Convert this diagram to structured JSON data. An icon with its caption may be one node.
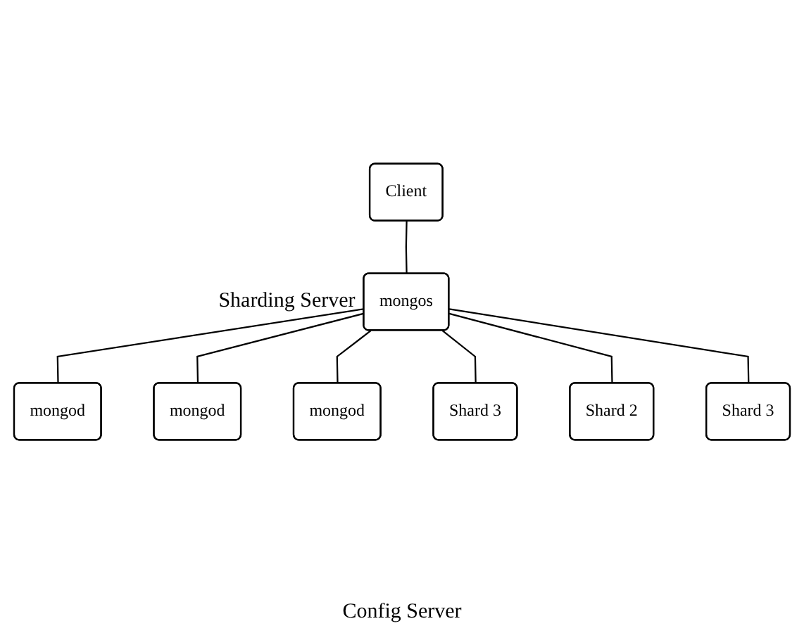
{
  "diagram": {
    "nodes": [
      {
        "text": [
          "Client"
        ]
      },
      {
        "text": [
          "mongos"
        ],
        "beside": [
          "Sharding Server"
        ]
      },
      {
        "text": [
          "mongod"
        ]
      },
      {
        "text": [
          "mongod"
        ]
      },
      {
        "text": [
          "mongod"
        ]
      },
      {
        "text": [
          "Shard 3"
        ]
      },
      {
        "text": [
          "Shard 2"
        ]
      },
      {
        "text": [
          "Shard 3"
        ]
      }
    ],
    "edges": [
      {
        "from": 0,
        "to": 1,
        "arrow": "none"
      },
      {
        "from": 1,
        "to": 2,
        "arrow": "none"
      },
      {
        "from": 1,
        "to": 3,
        "arrow": "none"
      },
      {
        "from": 1,
        "to": 4,
        "arrow": "none"
      },
      {
        "from": 1,
        "to": 5,
        "arrow": "none"
      },
      {
        "from": 1,
        "to": 6,
        "arrow": "none"
      },
      {
        "from": 1,
        "to": 7,
        "arrow": "none"
      }
    ],
    "labels": [
      "Config Server"
    ]
  }
}
